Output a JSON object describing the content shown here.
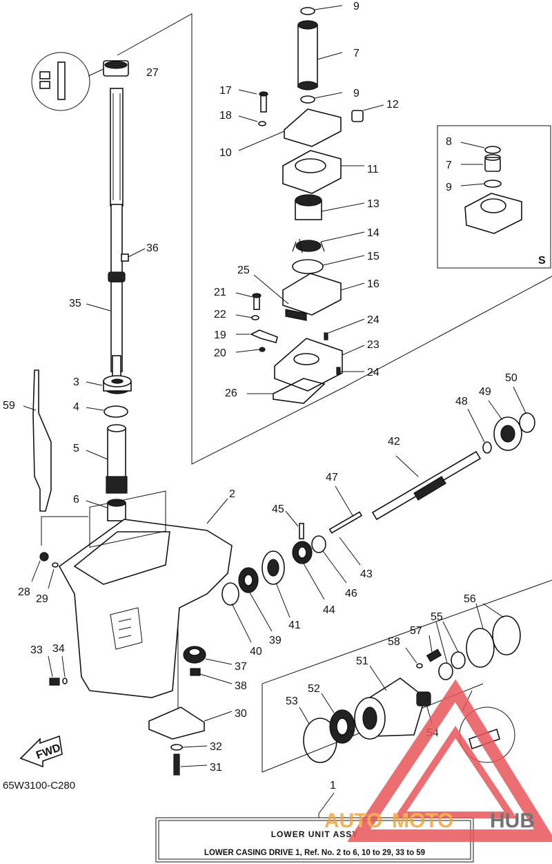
{
  "diagram": {
    "labels": [
      {
        "id": "9a",
        "text": "9"
      },
      {
        "id": "7a",
        "text": "7"
      },
      {
        "id": "27",
        "text": "27"
      },
      {
        "id": "17",
        "text": "17"
      },
      {
        "id": "9b",
        "text": "9"
      },
      {
        "id": "12",
        "text": "12"
      },
      {
        "id": "18",
        "text": "18"
      },
      {
        "id": "10",
        "text": "10"
      },
      {
        "id": "11",
        "text": "11"
      },
      {
        "id": "13",
        "text": "13"
      },
      {
        "id": "14",
        "text": "14"
      },
      {
        "id": "36",
        "text": "36"
      },
      {
        "id": "15",
        "text": "15"
      },
      {
        "id": "25",
        "text": "25"
      },
      {
        "id": "16",
        "text": "16"
      },
      {
        "id": "35",
        "text": "35"
      },
      {
        "id": "21",
        "text": "21"
      },
      {
        "id": "22",
        "text": "22"
      },
      {
        "id": "24a",
        "text": "24"
      },
      {
        "id": "19",
        "text": "19"
      },
      {
        "id": "23",
        "text": "23"
      },
      {
        "id": "20",
        "text": "20"
      },
      {
        "id": "24b",
        "text": "24"
      },
      {
        "id": "3",
        "text": "3"
      },
      {
        "id": "26",
        "text": "26"
      },
      {
        "id": "59",
        "text": "59"
      },
      {
        "id": "4",
        "text": "4"
      },
      {
        "id": "50",
        "text": "50"
      },
      {
        "id": "49",
        "text": "49"
      },
      {
        "id": "48",
        "text": "48"
      },
      {
        "id": "42",
        "text": "42"
      },
      {
        "id": "5",
        "text": "5"
      },
      {
        "id": "2",
        "text": "2"
      },
      {
        "id": "47",
        "text": "47"
      },
      {
        "id": "6",
        "text": "6"
      },
      {
        "id": "45",
        "text": "45"
      },
      {
        "id": "43",
        "text": "43"
      },
      {
        "id": "46",
        "text": "46"
      },
      {
        "id": "28",
        "text": "28"
      },
      {
        "id": "29",
        "text": "29"
      },
      {
        "id": "44",
        "text": "44"
      },
      {
        "id": "41",
        "text": "41"
      },
      {
        "id": "56",
        "text": "56"
      },
      {
        "id": "39",
        "text": "39"
      },
      {
        "id": "40",
        "text": "40"
      },
      {
        "id": "55",
        "text": "55"
      },
      {
        "id": "57",
        "text": "57"
      },
      {
        "id": "33",
        "text": "33"
      },
      {
        "id": "34",
        "text": "34"
      },
      {
        "id": "58",
        "text": "58"
      },
      {
        "id": "51",
        "text": "51"
      },
      {
        "id": "37",
        "text": "37"
      },
      {
        "id": "38",
        "text": "38"
      },
      {
        "id": "52",
        "text": "52"
      },
      {
        "id": "53",
        "text": "53"
      },
      {
        "id": "30",
        "text": "30"
      },
      {
        "id": "54",
        "text": "54"
      },
      {
        "id": "32",
        "text": "32"
      },
      {
        "id": "31",
        "text": "31"
      },
      {
        "id": "1",
        "text": "1"
      },
      {
        "id": "inset8",
        "text": "8"
      },
      {
        "id": "inset7",
        "text": "7"
      },
      {
        "id": "inset9",
        "text": "9"
      },
      {
        "id": "insetS",
        "text": "S"
      }
    ],
    "fwd_label": "FWD",
    "drawing_code": "65W3100-C280"
  },
  "title_box": {
    "title": "LOWER UNIT ASSY",
    "subtitle": "LOWER CASING DRIVE 1, Ref. No. 2 to 6, 10 to 29, 33 to 59"
  },
  "watermark": {
    "text_auto": "AUTO",
    "text_moto": "MOTO",
    "text_hub": "HUB",
    "colors": {
      "auto": "#f2a53a",
      "moto": "#f2a53a",
      "hub": "#5a5a5a",
      "triangle": "#e8575a"
    }
  }
}
